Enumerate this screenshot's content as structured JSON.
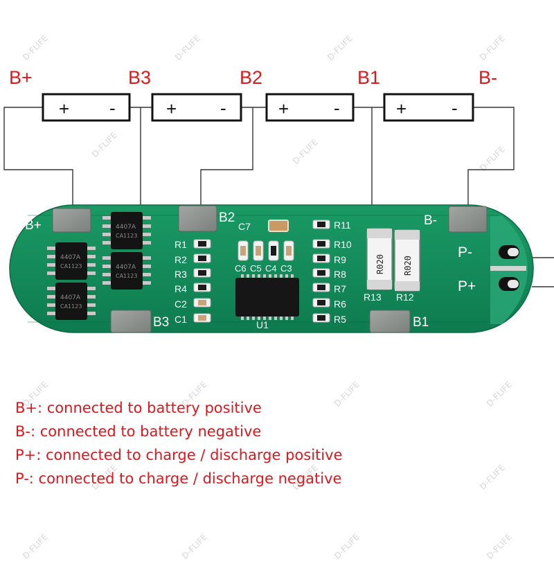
{
  "watermark": "D-FLIFE",
  "top_labels": [
    "B+",
    "B3",
    "B2",
    "B1",
    "B-"
  ],
  "battery_terminals": {
    "plus": "+",
    "minus": "-"
  },
  "board": {
    "pads": {
      "bplus": "B+",
      "b3": "B3",
      "b2": "B2",
      "b1": "B1",
      "bminus": "B-"
    },
    "outputs": {
      "pminus": "P-",
      "pplus": "P+"
    },
    "left_components": [
      "R1",
      "R2",
      "R3",
      "R4",
      "C2",
      "C1"
    ],
    "right_components": [
      "R11",
      "R10",
      "R9",
      "R8",
      "R7",
      "R6",
      "R5"
    ],
    "cap_labels": [
      "C6",
      "C5",
      "C4",
      "C3"
    ],
    "c7": "C7",
    "ic": "U1",
    "shunts": {
      "r13": "R13",
      "r12": "R12",
      "marking": "R020"
    },
    "chip_marking_1": "4407A",
    "chip_marking_2": "CA1123"
  },
  "legend": [
    "B+: connected to battery positive",
    "B-: connected to battery negative",
    "P+: connected to charge / discharge positive",
    "P-: connected to charge / discharge negative"
  ],
  "colors": {
    "label_red": "#e0161b",
    "pcb_green": "#128a59",
    "pad": "#8e928f",
    "wire": "#333333"
  }
}
